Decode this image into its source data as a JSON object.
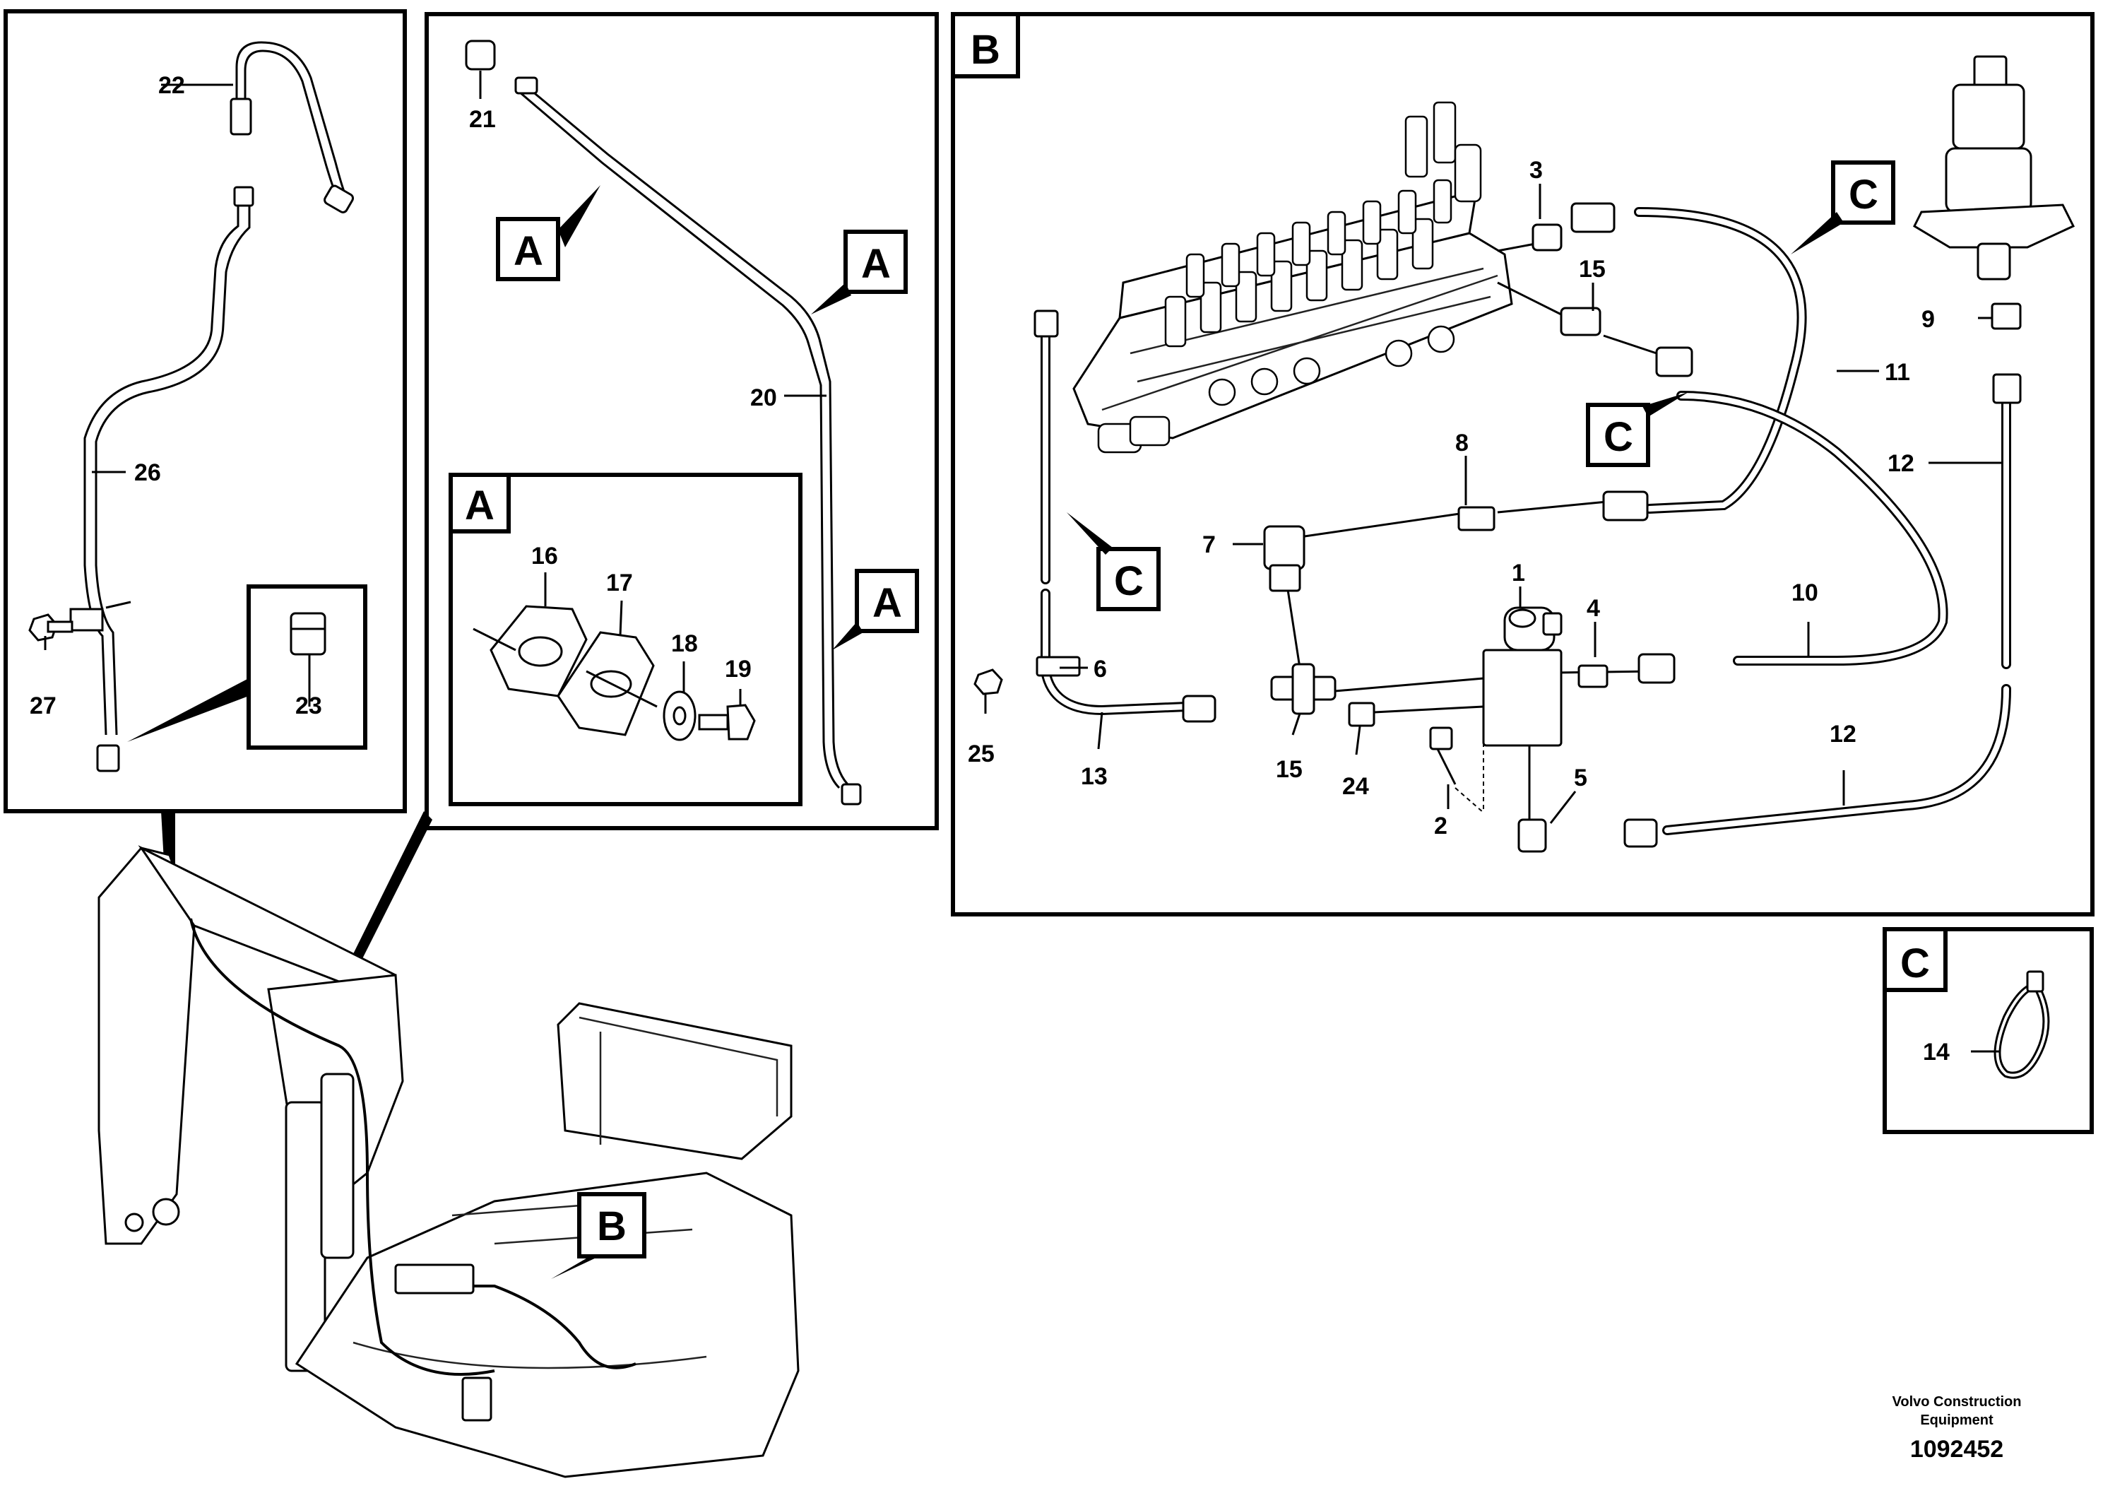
{
  "views": {
    "view_a_tag": "A",
    "view_b_tag": "B",
    "view_c_tag": "C"
  },
  "callouts": {
    "p1": "1",
    "p2": "2",
    "p3": "3",
    "p4": "4",
    "p5": "5",
    "p6": "6",
    "p7": "7",
    "p8": "8",
    "p9": "9",
    "p10": "10",
    "p11": "11",
    "p12a": "12",
    "p12b": "12",
    "p13": "13",
    "p14": "14",
    "p15a": "15",
    "p15b": "15",
    "p16": "16",
    "p17": "17",
    "p18": "18",
    "p19": "19",
    "p20": "20",
    "p21": "21",
    "p22": "22",
    "p23": "23",
    "p24": "24",
    "p25": "25",
    "p26": "26",
    "p27": "27"
  },
  "view_refs": {
    "a1": "A",
    "a2": "A",
    "a3": "A",
    "a4": "A",
    "b1": "B",
    "c1": "C",
    "c2": "C",
    "c3": "C",
    "c4": "C"
  },
  "footer": {
    "company_line1": "Volvo Construction",
    "company_line2": "Equipment",
    "drawing_number": "1092452"
  }
}
